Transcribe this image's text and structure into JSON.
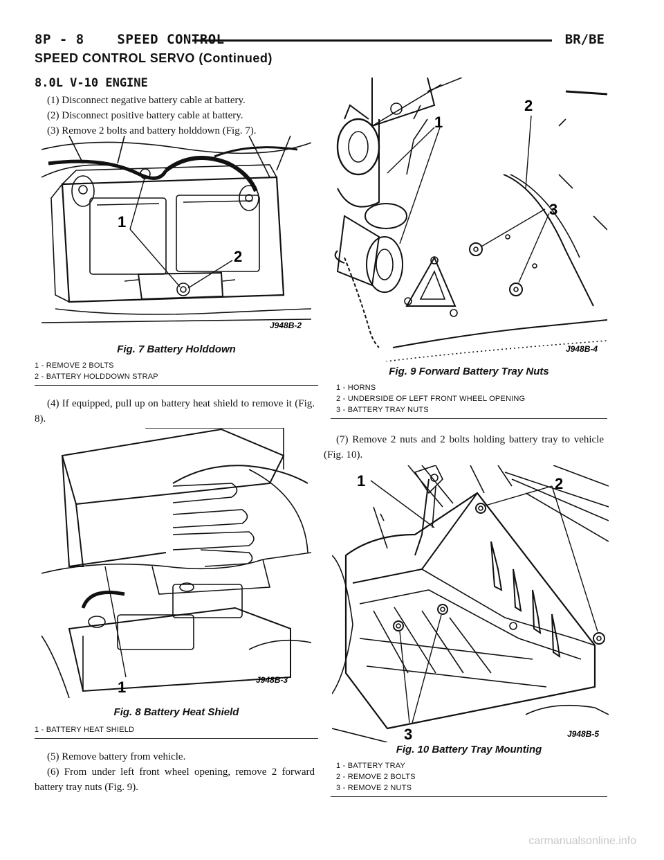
{
  "header": {
    "left": "8P - 8    SPEED CONTROL",
    "right": "BR/BE"
  },
  "continued_title": "SPEED CONTROL SERVO (Continued)",
  "section_title": "8.0L V-10 ENGINE",
  "steps_a": [
    "(1) Disconnect negative battery cable at battery.",
    "(2) Disconnect positive battery cable at battery.",
    "(3) Remove 2 bolts and battery holddown (Fig. 7)."
  ],
  "fig7": {
    "code": "J948B-2",
    "callout1": "1",
    "callout2": "2",
    "caption": "Fig. 7 Battery Holddown",
    "legend": [
      "1 - REMOVE 2 BOLTS",
      "2 - BATTERY HOLDDOWN STRAP"
    ]
  },
  "step4": "(4) If equipped, pull up on battery heat shield to remove it (Fig. 8).",
  "fig8": {
    "code": "J948B-3",
    "callout1": "1",
    "caption": "Fig. 8 Battery Heat Shield",
    "legend": [
      "1 - BATTERY HEAT SHIELD"
    ]
  },
  "step5": "(5) Remove battery from vehicle.",
  "step6": "(6) From under left front wheel opening, remove 2 forward battery tray nuts (Fig. 9).",
  "fig9": {
    "code": "J948B-4",
    "callout1": "1",
    "callout2": "2",
    "callout3": "3",
    "caption": "Fig. 9 Forward Battery Tray Nuts",
    "legend": [
      "1 - HORNS",
      "2 - UNDERSIDE OF LEFT FRONT WHEEL OPENING",
      "3 - BATTERY TRAY NUTS"
    ]
  },
  "step7": "(7) Remove 2 nuts and 2 bolts holding battery tray to vehicle (Fig. 10).",
  "fig10": {
    "code": "J948B-5",
    "callout1": "1",
    "callout2": "2",
    "callout3": "3",
    "caption": "Fig. 10 Battery Tray Mounting",
    "legend": [
      "1 - BATTERY TRAY",
      "2 - REMOVE 2 BOLTS",
      "3 - REMOVE 2 NUTS"
    ]
  },
  "watermark": "carmanualsonline.info"
}
